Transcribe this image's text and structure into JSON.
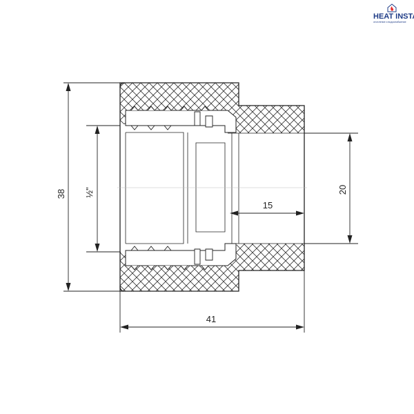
{
  "logo": {
    "name": "HEAT INSTALL",
    "tagline": "отопление и водоснабжение",
    "colors": {
      "text": "#1f3c87",
      "mark": "#e53030"
    }
  },
  "dimensions": {
    "overall_diameter": "38",
    "thread_size": "½\"",
    "bore_diameter": "20",
    "socket_depth": "15",
    "overall_length": "41"
  },
  "colors": {
    "line": "#222222",
    "background": "#ffffff"
  }
}
